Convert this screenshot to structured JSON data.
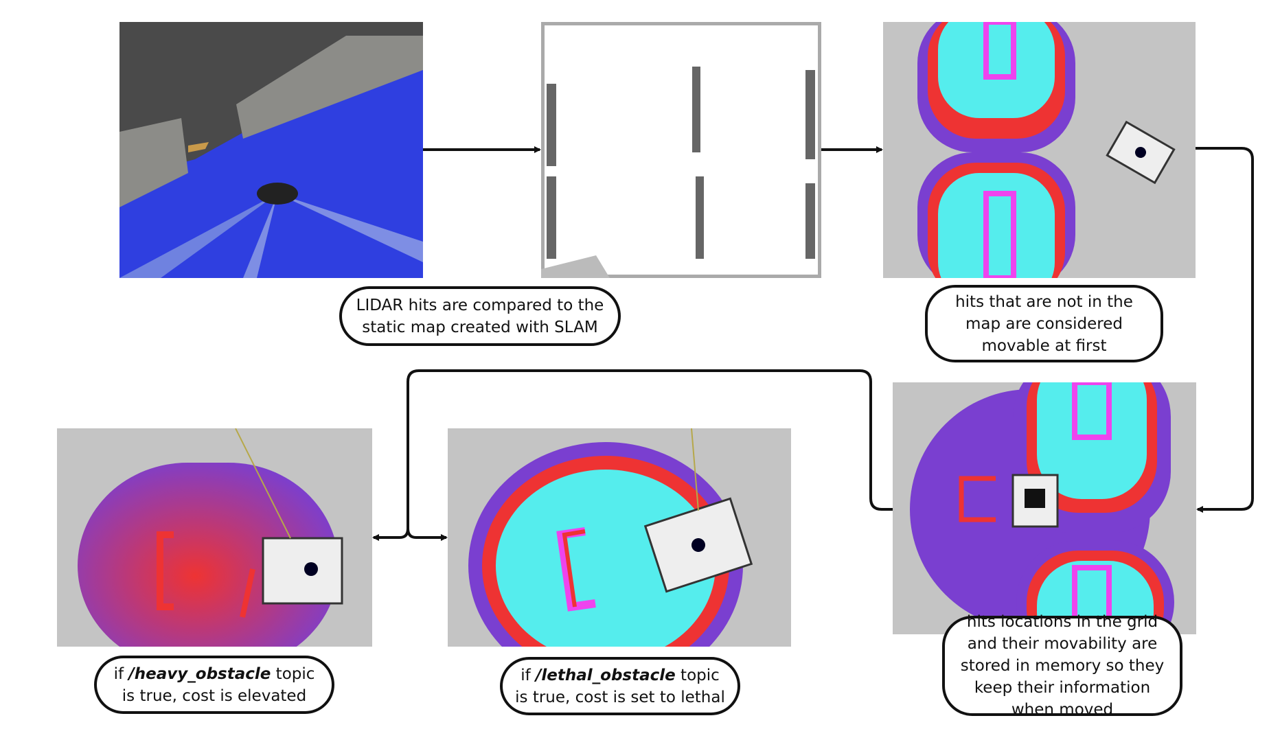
{
  "captions": {
    "lidar_compare": "LIDAR hits are compared to the static map created with SLAM",
    "movable_first": "hits that are not in the map are considered movable at first",
    "stored_memory": "hits locations in the grid and their movability are stored in memory so they keep their information when moved",
    "heavy": {
      "prefix": "if ",
      "topic": "/heavy_obstacle",
      "suffix": " topic is true, cost is elevated"
    },
    "lethal": {
      "prefix": "if ",
      "topic": "/lethal_obstacle",
      "suffix": " topic is true, cost is set to lethal"
    }
  },
  "colors": {
    "lidar_blue": "#2f3fe0",
    "free_gray": "#c4c4c4",
    "inflation_cyan": "#55eded",
    "lethal_magenta": "#ee44ee",
    "cost_red": "#ee3333",
    "cost_purple": "#7a3fd0",
    "arrow": "#111111"
  }
}
